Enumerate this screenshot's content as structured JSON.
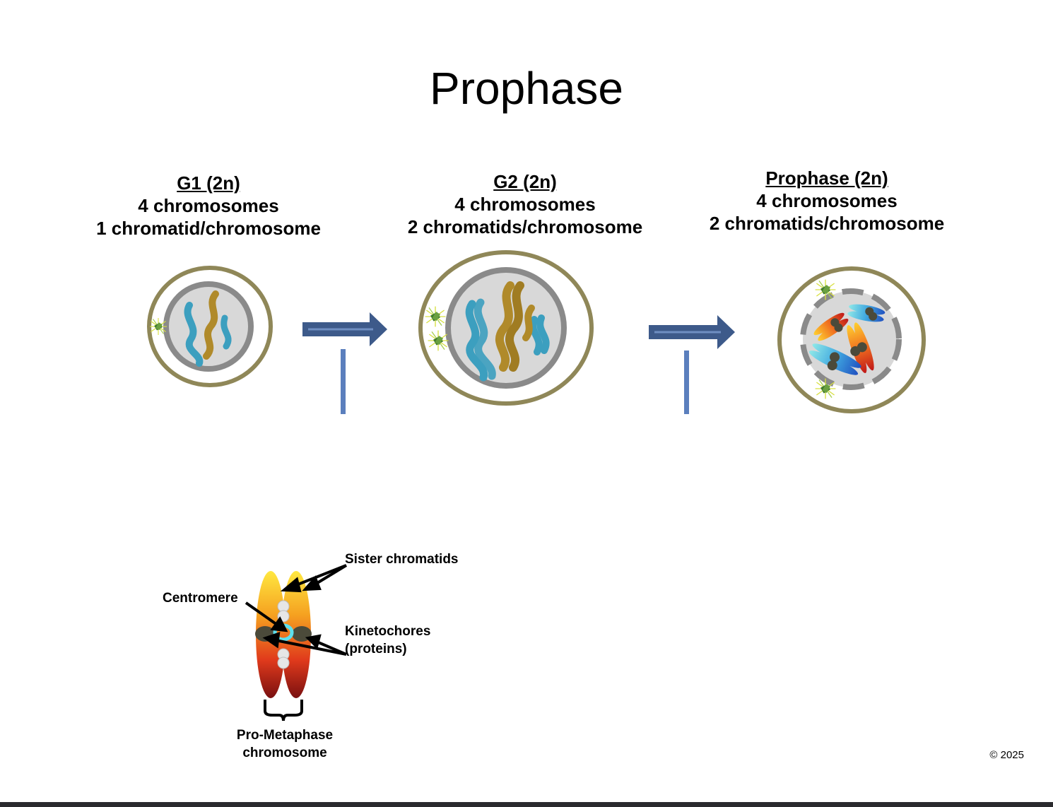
{
  "title": "Prophase",
  "stages": [
    {
      "heading": "G1 (2n)",
      "line1": "4 chromosomes",
      "line2": "1 chromatid/chromosome"
    },
    {
      "heading": "G2 (2n)",
      "line1": "4 chromosomes",
      "line2": "2 chromatids/chromosome"
    },
    {
      "heading": "Prophase (2n)",
      "line1": "4 chromosomes",
      "line2": "2 chromatids/chromosome"
    }
  ],
  "annotations": {
    "sister": "Sister chromatids",
    "centromere": "Centromere",
    "kineto_line1": "Kinetochores",
    "kineto_line2": "(proteins)",
    "promet_line1": "Pro-Metaphase",
    "promet_line2": "chromosome"
  },
  "copyright": "© 2025",
  "colors": {
    "cell_membrane": "#8f8758",
    "nuclear_envelope": "#8a8a8a",
    "nucleus_fill": "#d8d8d8",
    "chromosome_blue": "#3c9fbf",
    "chromosome_gold": "#b08a2a",
    "arrow": "#3d5a8a",
    "arrow_stroke": "#6f8fc2",
    "kinetochore": "#4b4a3a",
    "centromere_ring": "#5de0ee"
  }
}
